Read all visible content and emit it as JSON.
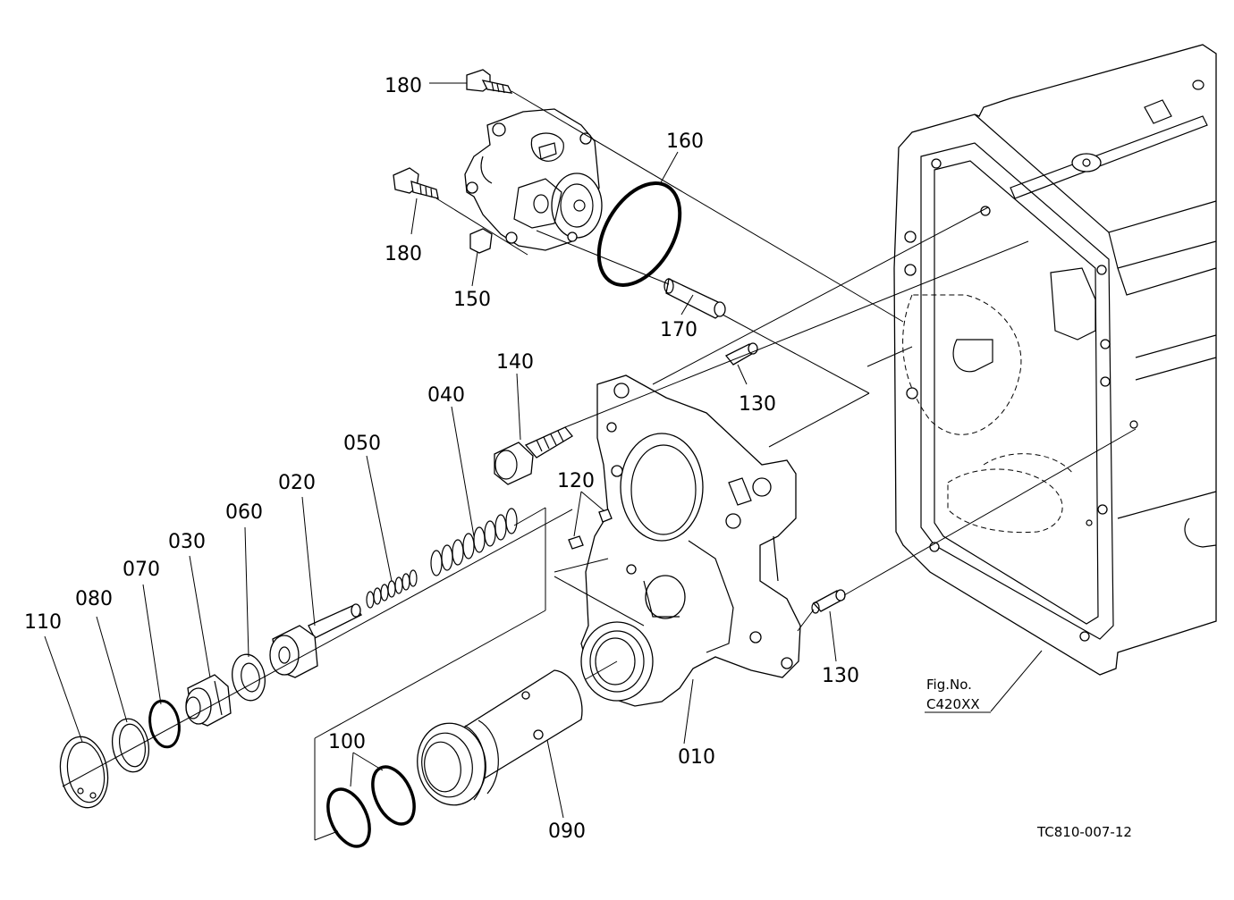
{
  "labels": {
    "p180a": "180",
    "p180b": "180",
    "p160": "160",
    "p150": "150",
    "p170": "170",
    "p140": "140",
    "p130a": "130",
    "p130b": "130",
    "p040": "040",
    "p050": "050",
    "p020": "020",
    "p120": "120",
    "p060": "060",
    "p030": "030",
    "p070": "070",
    "p080": "080",
    "p110": "110",
    "p100": "100",
    "p010": "010",
    "p090": "090"
  },
  "fig": {
    "line1": "Fig.No.",
    "line2": "C420XX"
  },
  "drawing_code": "TC810-007-12"
}
